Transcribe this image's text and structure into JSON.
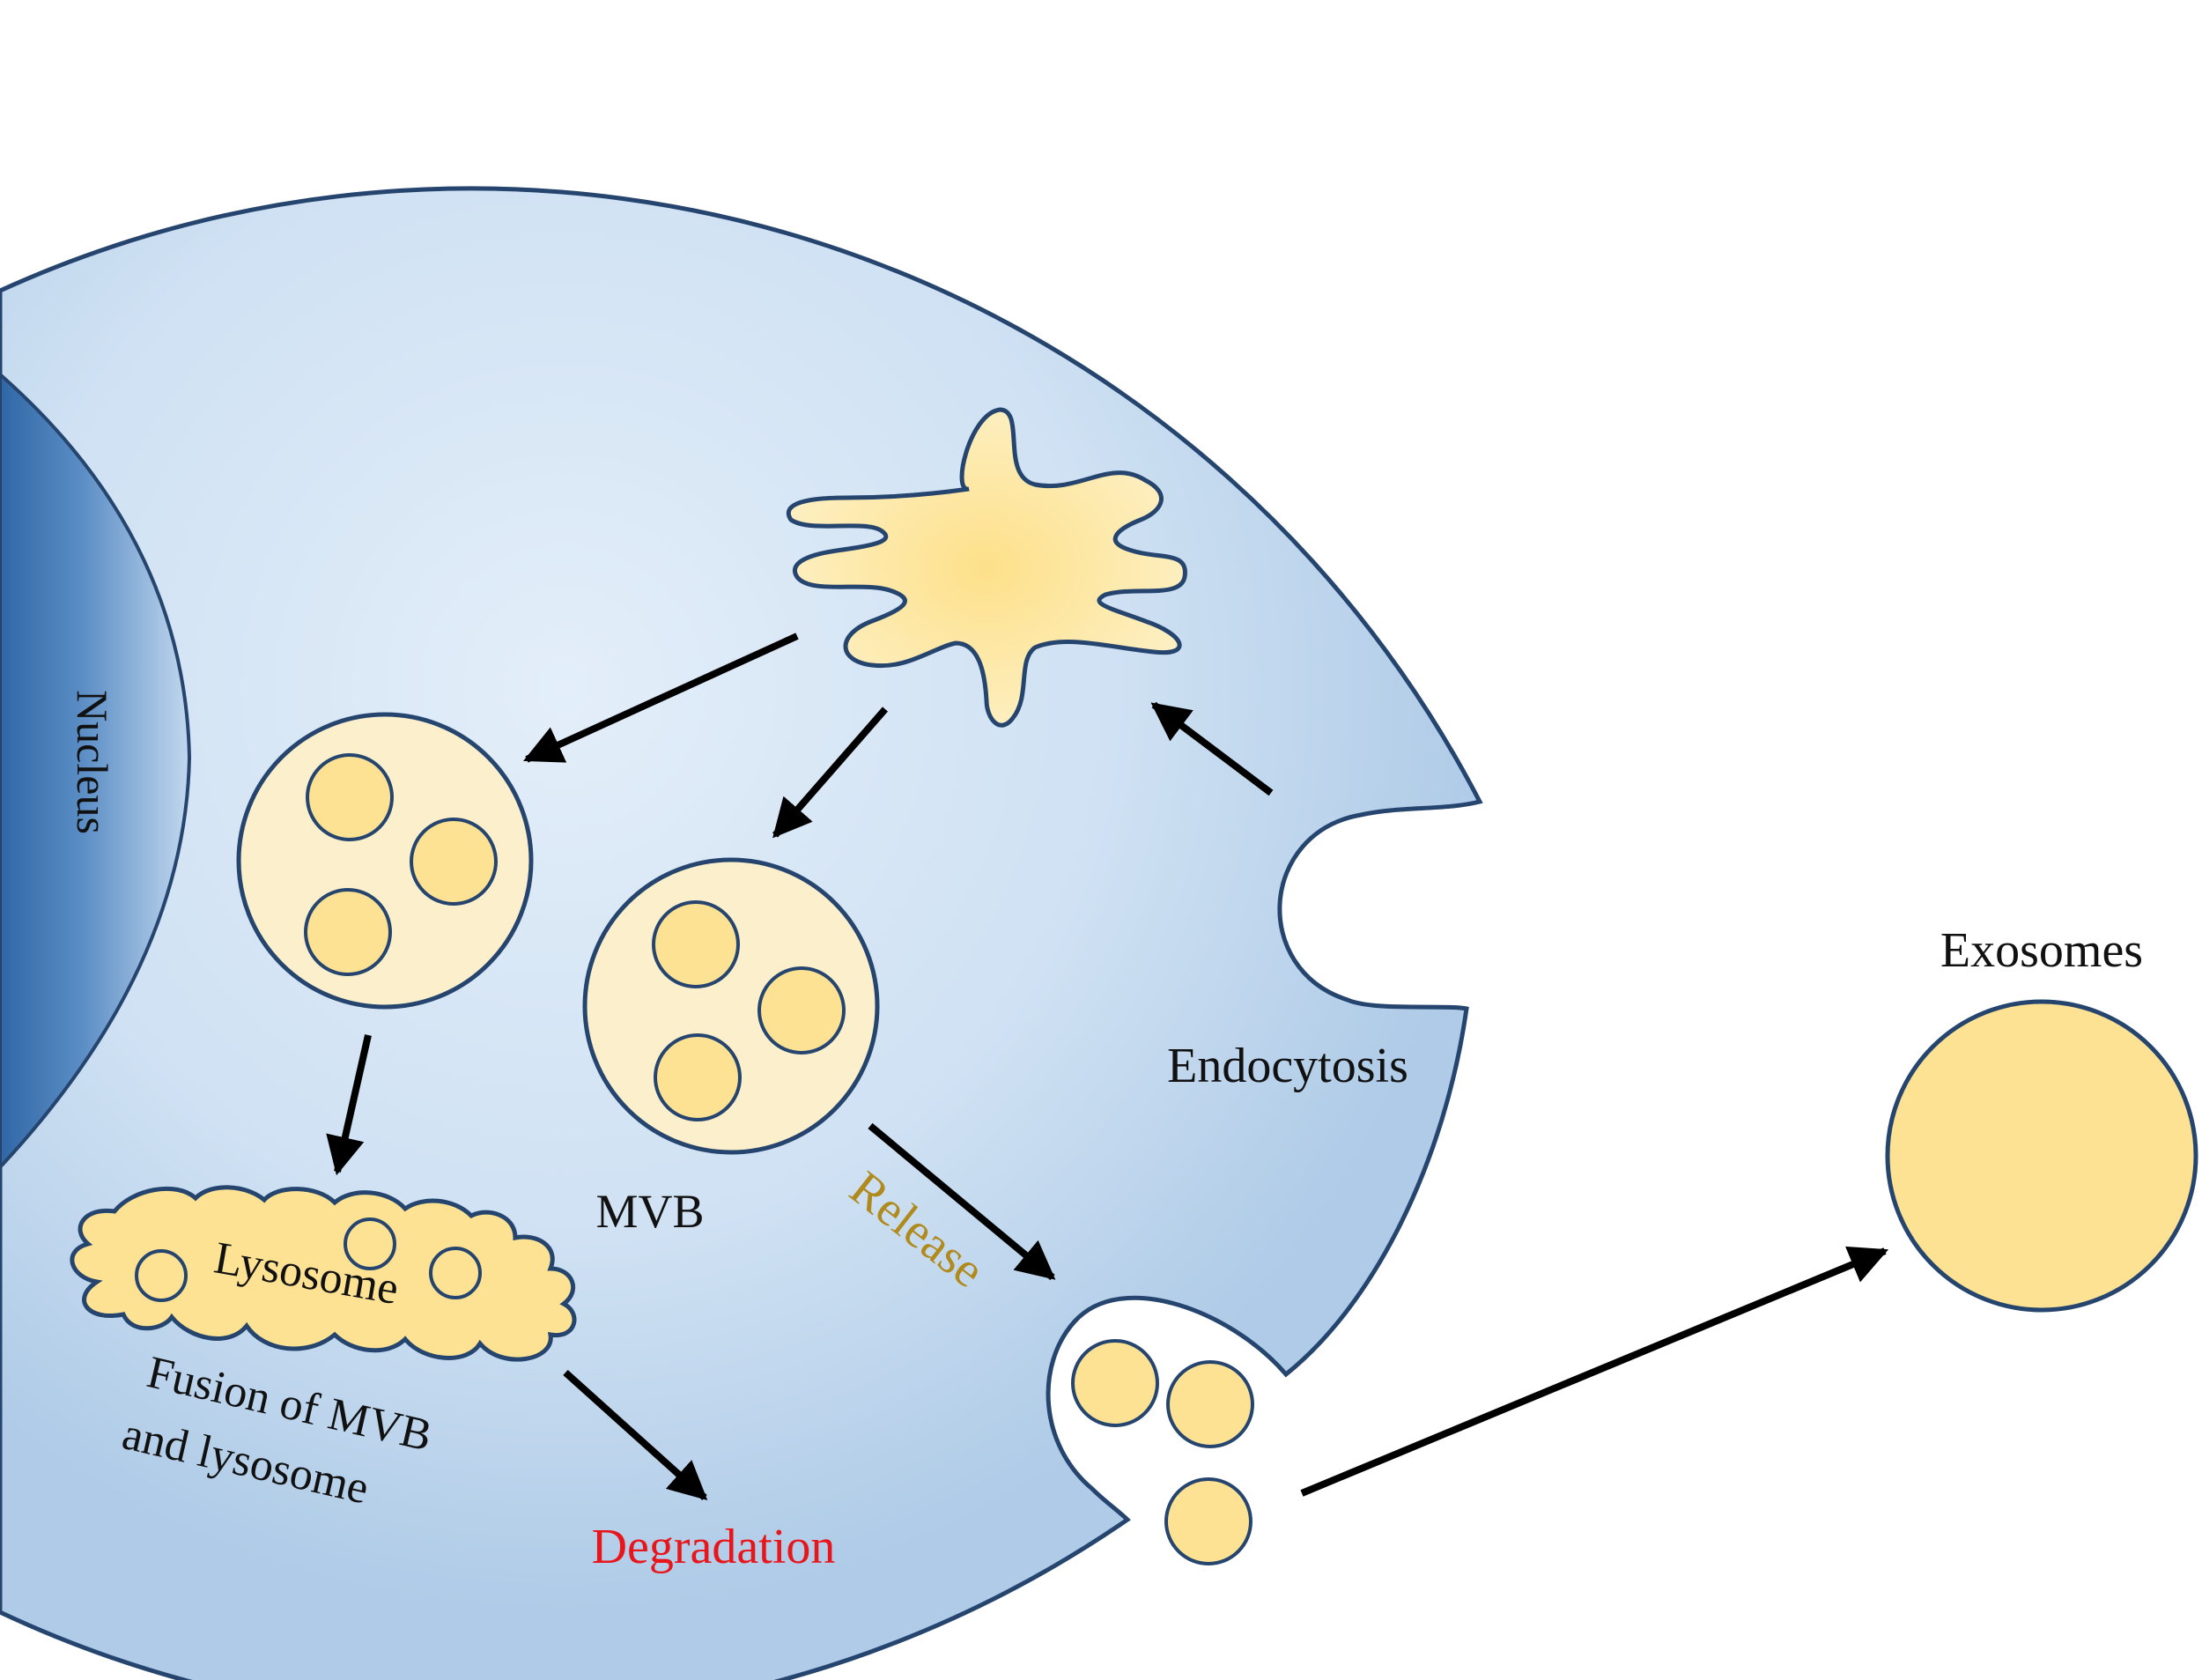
{
  "labels": {
    "nucleus": "Nucleus",
    "endocytosis": "Endocytosis",
    "exosomes": "Exosomes",
    "mvb": "MVB",
    "lysosome": "Lysosome",
    "release": "Release",
    "fusion_line1": "Fusion of MVB",
    "fusion_line2": "and lysosome",
    "degradation": "Degradation"
  },
  "colors": {
    "cell_fill_center": "#e2edf8",
    "cell_fill_edge": "#b6d0ea",
    "membrane": "#25456f",
    "nucleus_dark": "#3570ae",
    "nucleus_light": "#b3cde8",
    "vesicle_fill": "#fde293",
    "mvb_fill": "#fcefcc",
    "arrow": "#000000",
    "release_text": "#b08a1c",
    "degradation_text": "#e8151b"
  }
}
